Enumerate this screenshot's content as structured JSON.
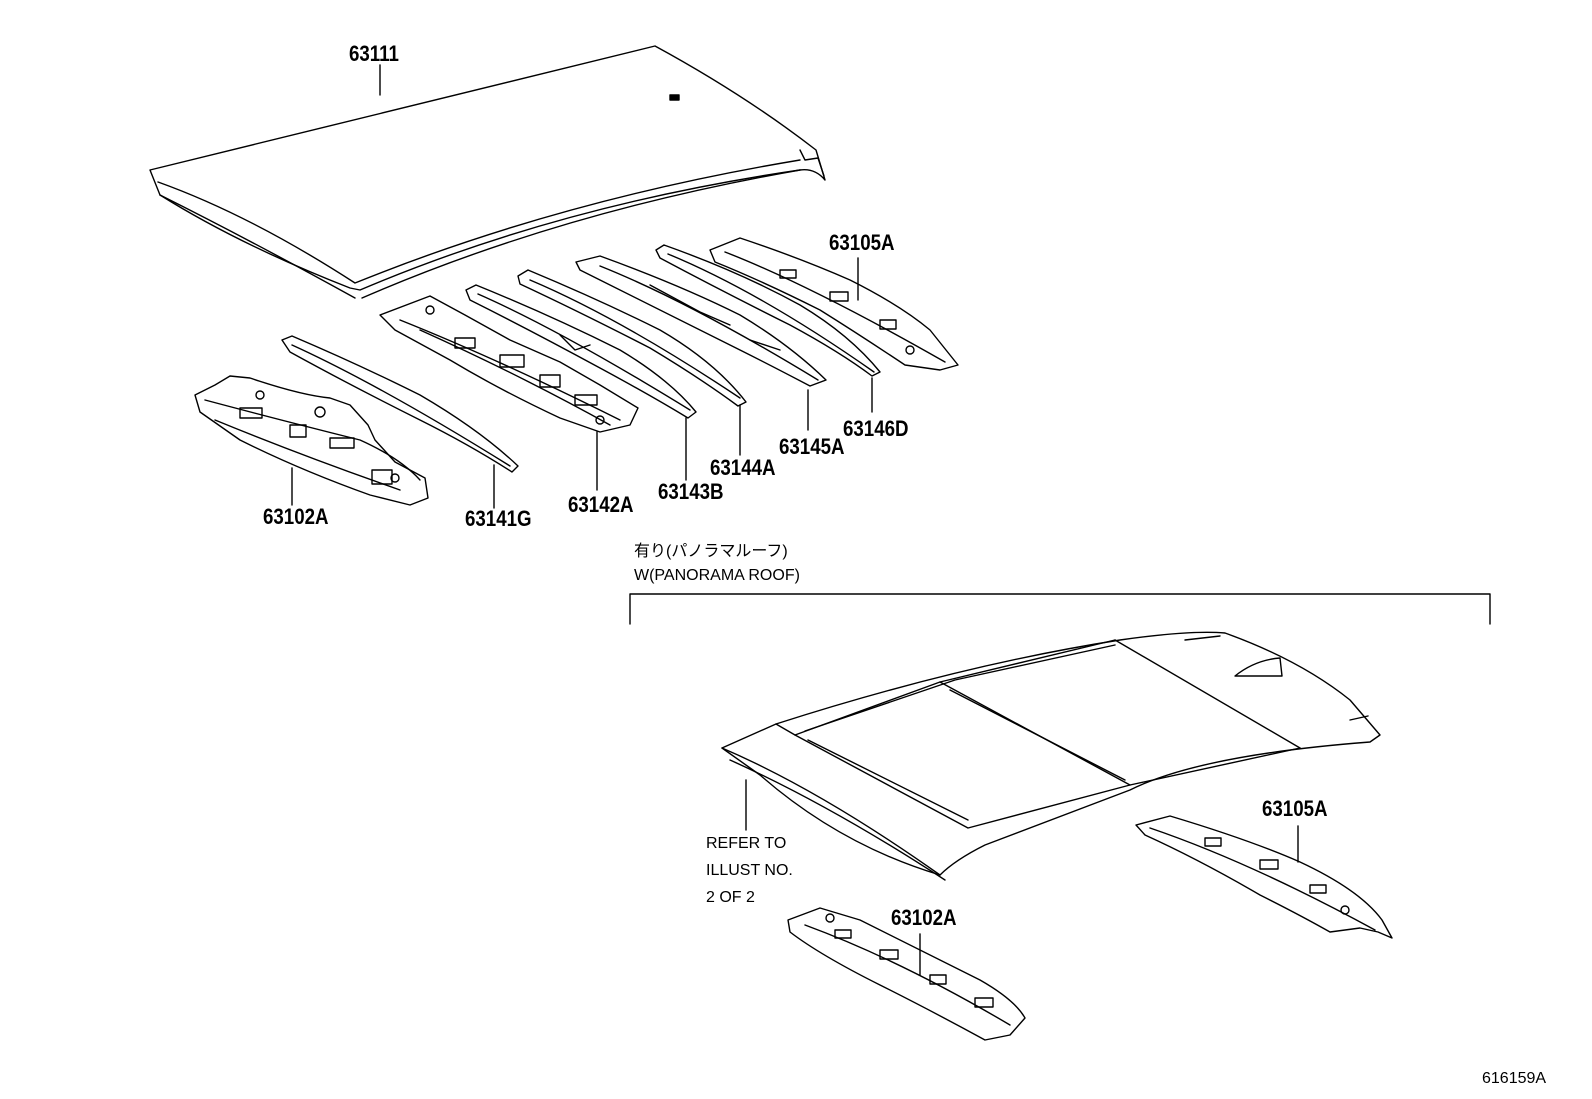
{
  "labels": {
    "p63111": "63111",
    "p63105A_top": "63105A",
    "p63146D": "63146D",
    "p63145A": "63145A",
    "p63144A": "63144A",
    "p63143B": "63143B",
    "p63142A": "63142A",
    "p63141G": "63141G",
    "p63102A_top": "63102A",
    "p63105A_bottom": "63105A",
    "p63102A_bottom": "63102A"
  },
  "variant": {
    "jp": "有り(パノラマルーフ)",
    "en": "W(PANORAMA ROOF)"
  },
  "refer_note": {
    "line1": "REFER TO",
    "line2": "ILLUST NO.",
    "line3": "2 OF 2"
  },
  "illustration_code": "616159A",
  "colors": {
    "ink": "#000000",
    "paper": "#ffffff"
  }
}
